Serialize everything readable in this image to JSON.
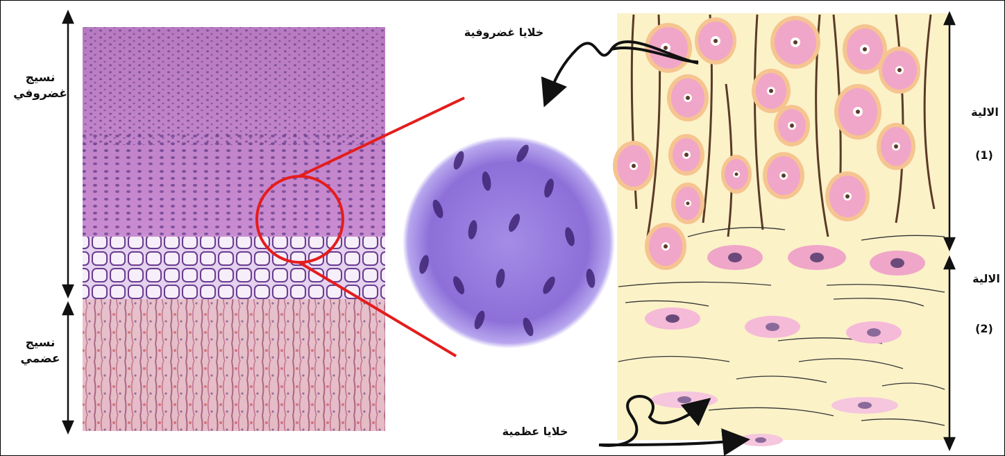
{
  "labels": {
    "tissue_cartilage": "نسيج غضروفي",
    "tissue_bone": "نسيج عضمي",
    "mechanism_1": "الالية",
    "mechanism_1_num": "(1)",
    "mechanism_2": "الالية",
    "mechanism_2_num": "(2)",
    "cartilage_cells": "خلايا غضروفية",
    "bone_cells": "خلايا عظمية"
  },
  "colors": {
    "cartilage_tissue": "#c98ad0",
    "bone_tissue": "#d9a0b8",
    "cartilage_matrix_bg": "#fbf2c8",
    "cell_pink": "#f0a6c8",
    "cell_halo": "#f6c490",
    "fiber_brown": "#5a3a26",
    "zoom_circle": "#e51c1c",
    "zoom_lens": "#8d6fd8"
  }
}
